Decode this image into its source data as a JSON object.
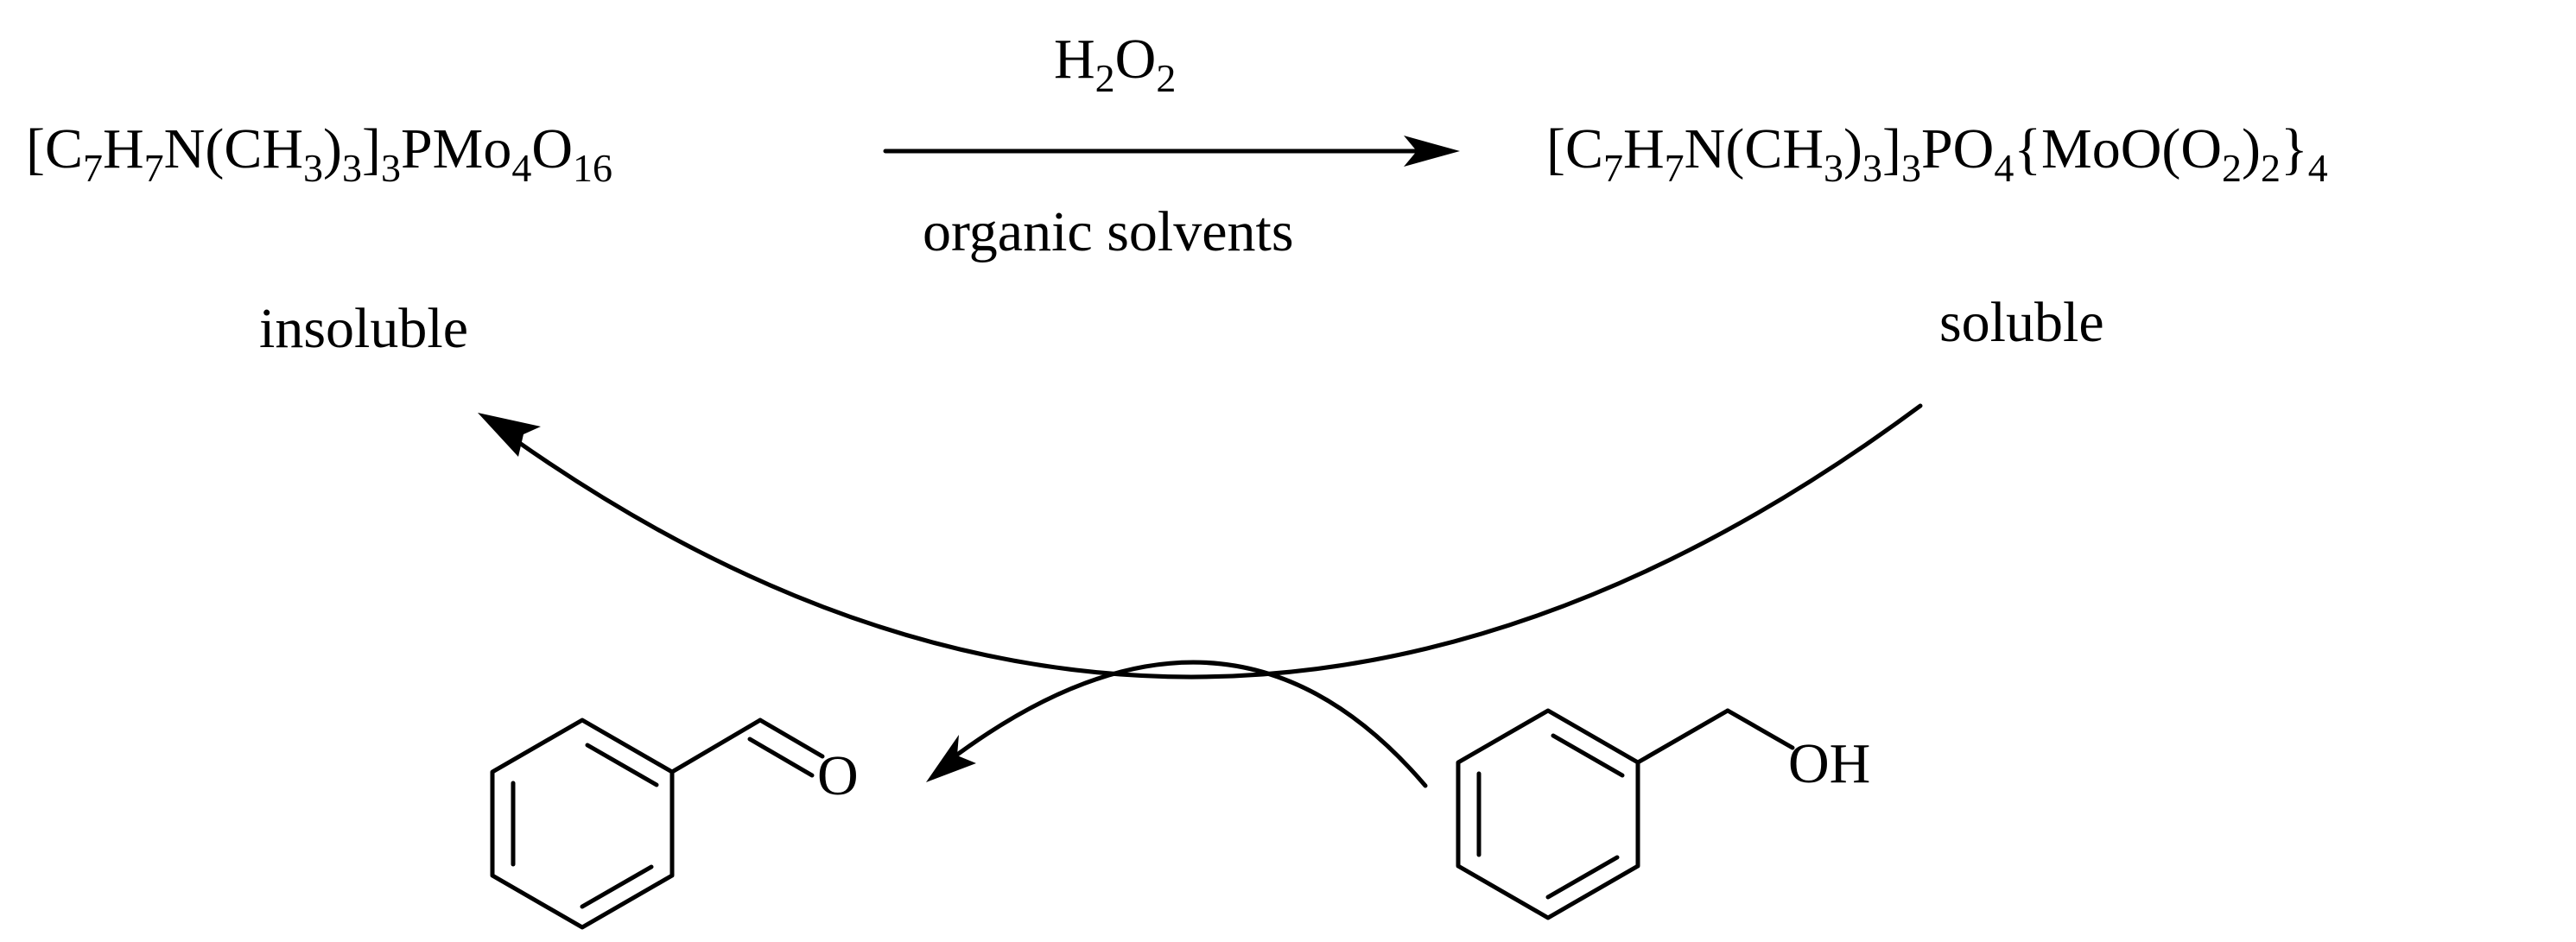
{
  "reactant": {
    "formula": [
      {
        "t": "[C",
        "s": "n"
      },
      {
        "t": "7",
        "s": "sub"
      },
      {
        "t": "H",
        "s": "n"
      },
      {
        "t": "7",
        "s": "sub"
      },
      {
        "t": "N(CH",
        "s": "n"
      },
      {
        "t": "3",
        "s": "sub"
      },
      {
        "t": ")",
        "s": "n"
      },
      {
        "t": "3",
        "s": "sub"
      },
      {
        "t": "]",
        "s": "n"
      },
      {
        "t": "3",
        "s": "sub"
      },
      {
        "t": "PMo",
        "s": "n"
      },
      {
        "t": "4",
        "s": "sub"
      },
      {
        "t": "O",
        "s": "n"
      },
      {
        "t": "16",
        "s": "sub"
      }
    ],
    "solubility": "insoluble"
  },
  "product": {
    "formula": [
      {
        "t": "[C",
        "s": "n"
      },
      {
        "t": "7",
        "s": "sub"
      },
      {
        "t": "H",
        "s": "n"
      },
      {
        "t": "7",
        "s": "sub"
      },
      {
        "t": "N(CH",
        "s": "n"
      },
      {
        "t": "3",
        "s": "sub"
      },
      {
        "t": ")",
        "s": "n"
      },
      {
        "t": "3",
        "s": "sub"
      },
      {
        "t": "]",
        "s": "n"
      },
      {
        "t": "3",
        "s": "sub"
      },
      {
        "t": "PO",
        "s": "n"
      },
      {
        "t": "4",
        "s": "sub"
      },
      {
        "t": "{MoO(O",
        "s": "n"
      },
      {
        "t": "2",
        "s": "sub"
      },
      {
        "t": ")",
        "s": "n"
      },
      {
        "t": "2",
        "s": "sub"
      },
      {
        "t": "}",
        "s": "n"
      },
      {
        "t": "4",
        "s": "sub"
      }
    ],
    "solubility": "soluble"
  },
  "conditions": {
    "reagent": [
      {
        "t": "H",
        "s": "n"
      },
      {
        "t": "2",
        "s": "sub"
      },
      {
        "t": "O",
        "s": "n"
      },
      {
        "t": "2",
        "s": "sub"
      }
    ],
    "solvent": "organic solvents"
  },
  "molecules": {
    "aldehyde_atom": "O",
    "alcohol_group": "OH"
  }
}
